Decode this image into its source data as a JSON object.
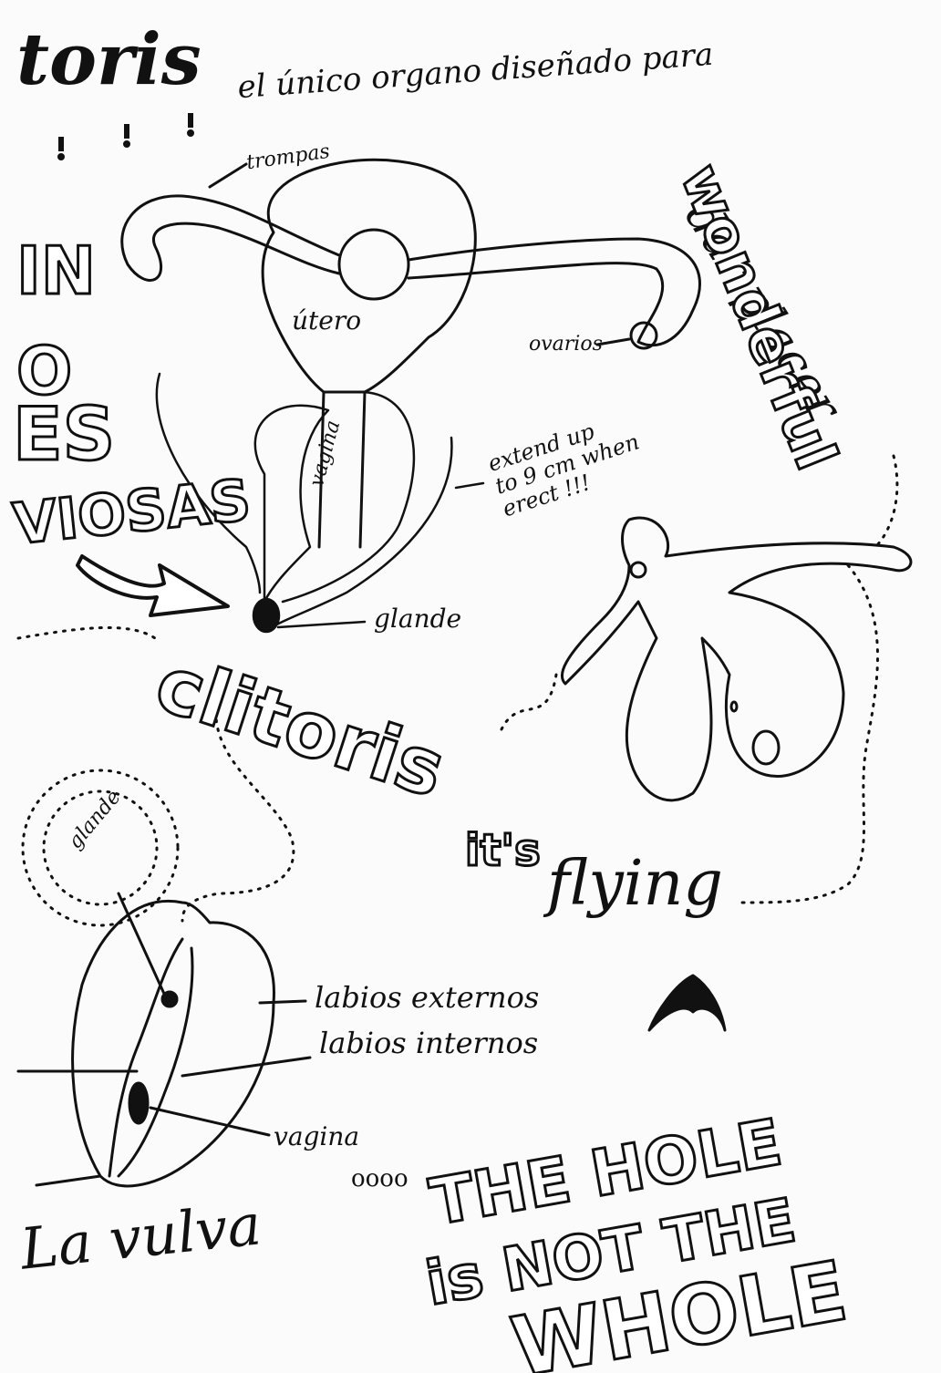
{
  "header": {
    "title_fragment": "toris",
    "subtitle": "el único organo diseñado para",
    "dar_placer": "dar placer",
    "wonderful": "wonderful"
  },
  "left_column": {
    "in": "IN",
    "o": "O",
    "es": "ES",
    "viosas": "VIOSAS"
  },
  "uterus_diagram": {
    "trompas": "trompas",
    "utero": "útero",
    "ovarios": "ovarios",
    "vagina": "vagina",
    "extend_note": "extend up\nto 9 cm when\nerect !!!",
    "glande": "glande"
  },
  "center": {
    "clitoris": "clitoris",
    "its": "it's",
    "flying": "flying"
  },
  "vulva_diagram": {
    "glande": "glande",
    "labios_externos": "labios externos",
    "labios_internos": "labios internos",
    "vagina": "vagina",
    "la_vulva": "La vulva",
    "dots": "oooo"
  },
  "slogan": {
    "line1": "THE HOLE",
    "line2": "is NOT THE",
    "line3": "WHOLE"
  }
}
